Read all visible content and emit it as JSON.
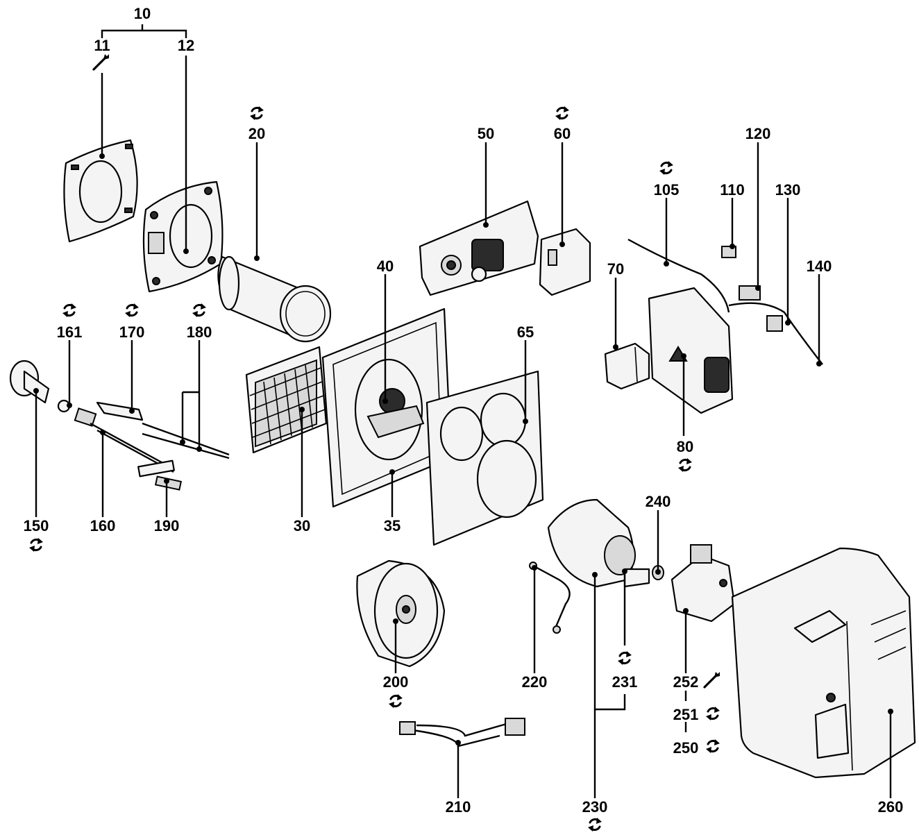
{
  "labels": {
    "p10": "10",
    "p11": "11",
    "p12": "12",
    "p20": "20",
    "p30": "30",
    "p35": "35",
    "p40": "40",
    "p50": "50",
    "p60": "60",
    "p65": "65",
    "p70": "70",
    "p80": "80",
    "p105": "105",
    "p110": "110",
    "p120": "120",
    "p130": "130",
    "p140": "140",
    "p150": "150",
    "p160": "160",
    "p161": "161",
    "p170": "170",
    "p180": "180",
    "p190": "190",
    "p200": "200",
    "p210": "210",
    "p220": "220",
    "p230": "230",
    "p231": "231",
    "p240": "240",
    "p250": "250",
    "p251": "251",
    "p252": "252",
    "p260": "260"
  },
  "icons": {
    "replacement": "rotate-arrows-icon",
    "tool": "wrench-icon"
  }
}
